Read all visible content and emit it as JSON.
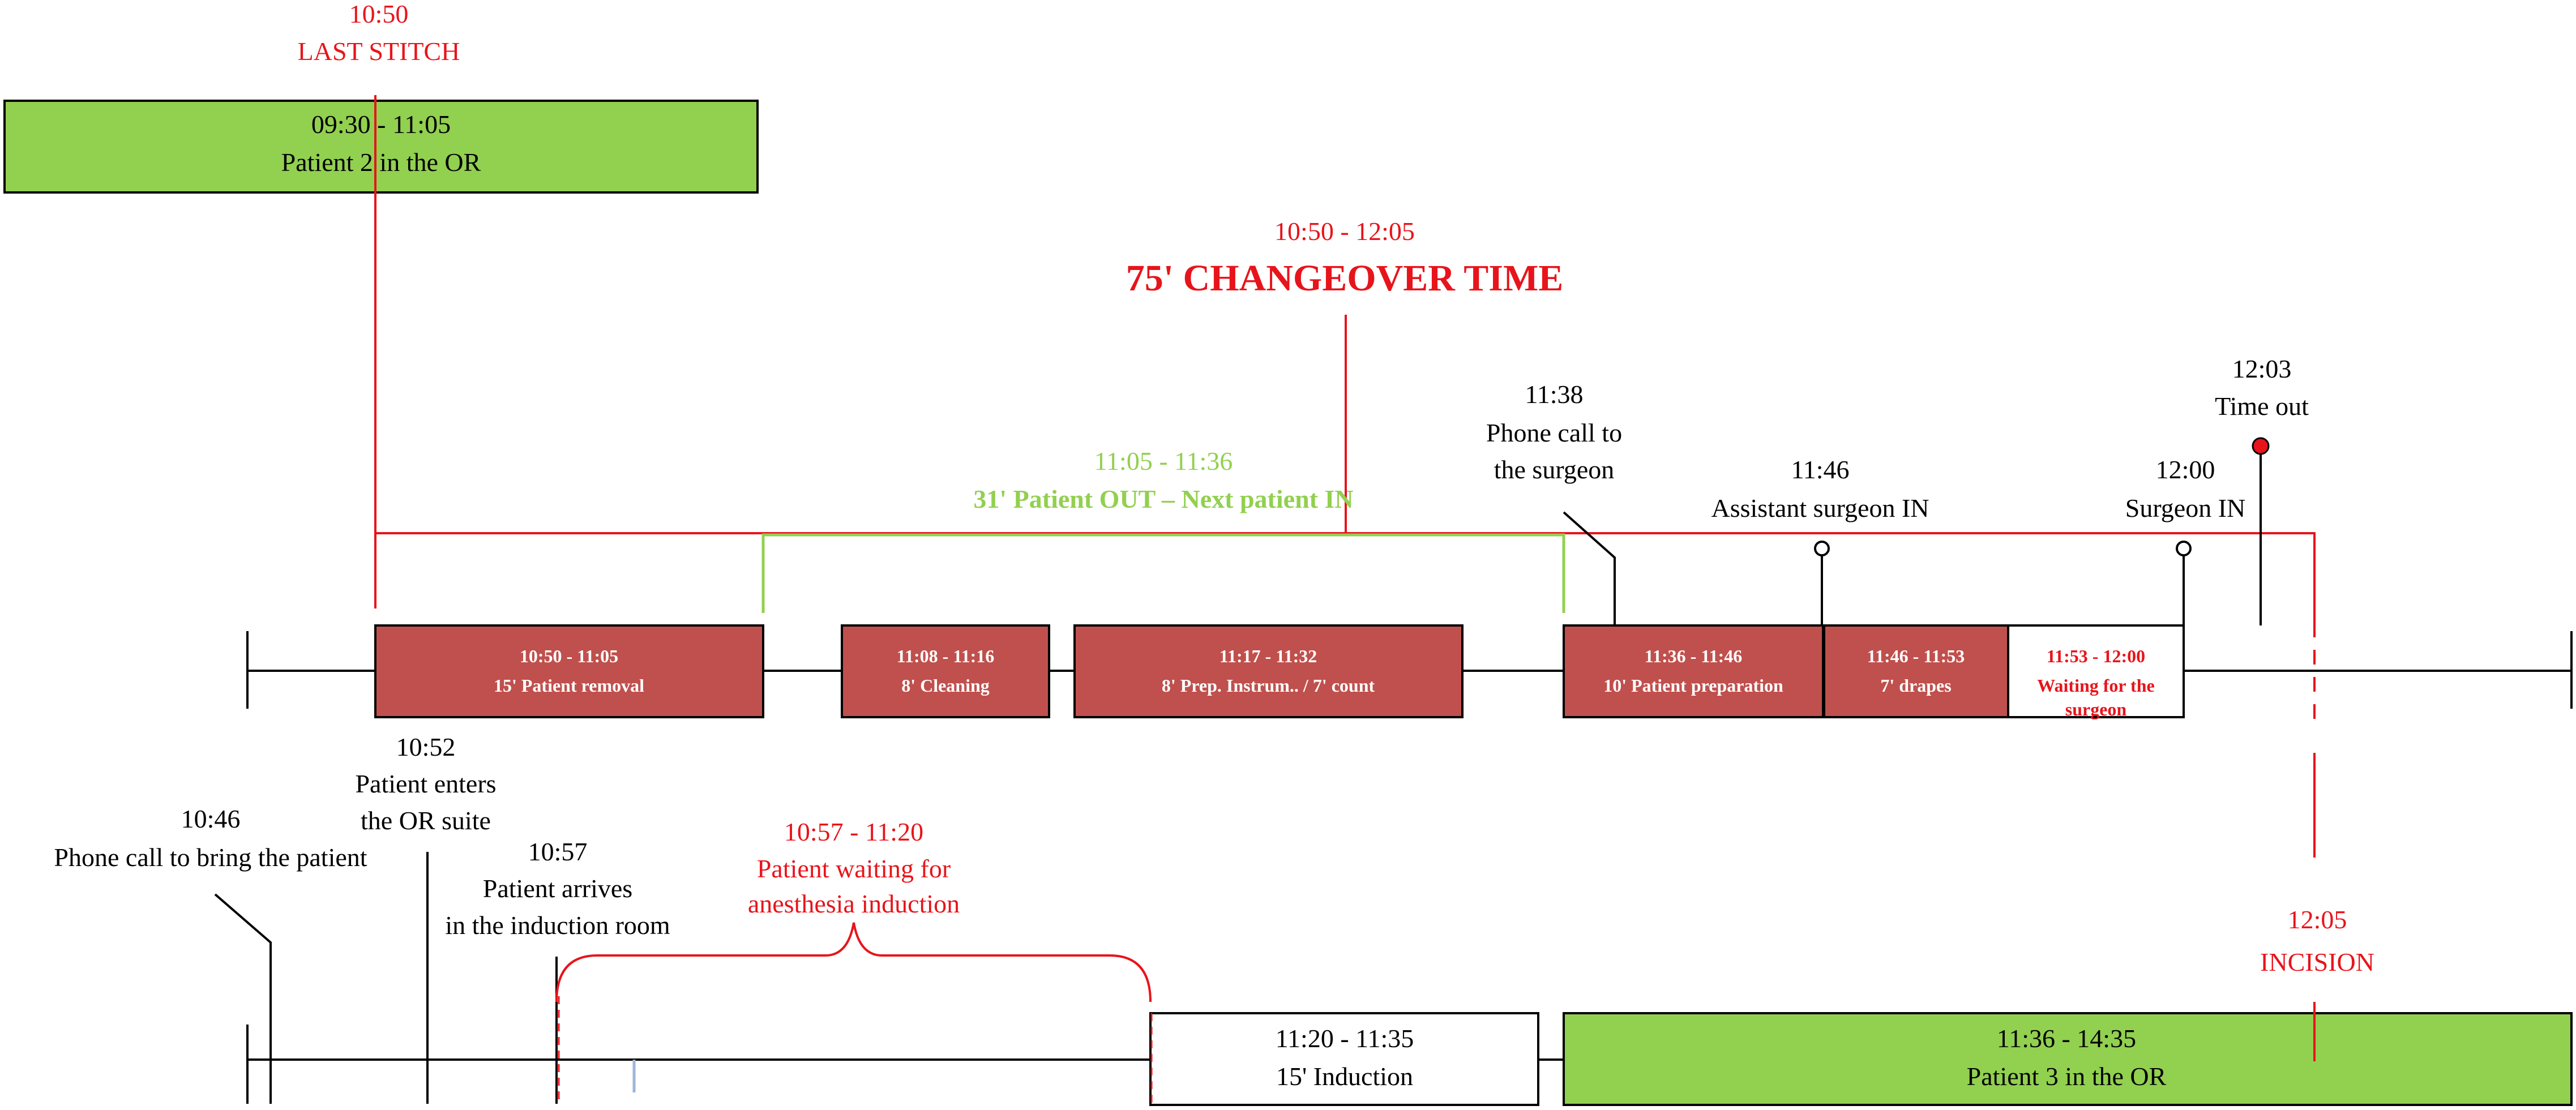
{
  "colors": {
    "red": "#e8141b",
    "green_box": "#92d050",
    "green_text": "#92d050",
    "dark_red_box": "#c0504d",
    "black": "#000000",
    "white": "#ffffff"
  },
  "previous_case": {
    "box_time": "09:30 - 11:05",
    "box_label": "Patient 2 in the OR",
    "last_stitch_time": "10:50",
    "last_stitch_label": "LAST STITCH"
  },
  "changeover": {
    "time": "10:50 - 12:05",
    "title": "75' CHANGEOVER TIME"
  },
  "patient_out_in": {
    "time": "11:05 - 11:36",
    "label": "31' Patient OUT – Next patient IN"
  },
  "or_steps": [
    {
      "time": "10:50 - 11:05",
      "label": "15' Patient removal",
      "style": "dark"
    },
    {
      "time": "11:08 - 11:16",
      "label": "8' Cleaning",
      "style": "dark"
    },
    {
      "time": "11:17 - 11:32",
      "label": "8' Prep. Instrum.. / 7' count",
      "style": "dark"
    },
    {
      "time": "11:36 - 11:46",
      "label": "10' Patient preparation",
      "style": "dark"
    },
    {
      "time": "11:46 - 11:53",
      "label": "7' drapes",
      "style": "dark"
    },
    {
      "time": "11:53 - 12:00",
      "label": "Waiting for the surgeon",
      "style": "white"
    }
  ],
  "top_events": {
    "phone_call_surgeon": {
      "time": "11:38",
      "line1": "Phone call to",
      "line2": "the surgeon"
    },
    "assistant_in": {
      "time": "11:46",
      "label": "Assistant surgeon IN"
    },
    "surgeon_in": {
      "time": "12:00",
      "label": "Surgeon IN"
    },
    "time_out": {
      "time": "12:03",
      "label": "Time out"
    }
  },
  "bottom_events": {
    "phone_call_patient": {
      "time": "10:46",
      "label": "Phone call to bring the patient"
    },
    "enters_suite": {
      "time": "10:52",
      "line1": "Patient enters",
      "line2": "the OR suite"
    },
    "arrives_induction": {
      "time": "10:57",
      "line1": "Patient arrives",
      "line2": "in the induction room"
    },
    "waiting_induction": {
      "time": "10:57 - 11:20",
      "line1": "Patient waiting for",
      "line2": "anesthesia induction"
    },
    "incision": {
      "time": "12:05",
      "label": "INCISION"
    }
  },
  "induction_box": {
    "time": "11:20 - 11:35",
    "label": "15' Induction"
  },
  "next_case": {
    "time": "11:36 - 14:35",
    "label": "Patient 3 in the OR"
  }
}
